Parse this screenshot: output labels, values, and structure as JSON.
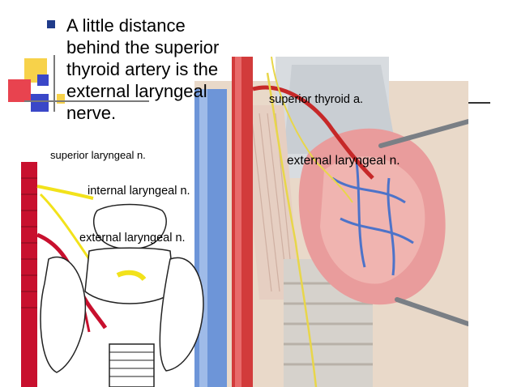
{
  "slide": {
    "bullet_text": "A little distance behind the superior thyroid artery is the external laryngeal nerve.",
    "bullet_lines": [
      "A little distance",
      "behind the superior",
      "thyroid artery is the",
      "external laryngeal",
      "nerve."
    ]
  },
  "schematic_labels": {
    "superior_laryngeal": "superior laryngeal n.",
    "internal_laryngeal": "internal laryngeal n.",
    "external_laryngeal": "external laryngeal n."
  },
  "photo_labels": {
    "superior_thyroid": "superior thyroid a.",
    "external_laryngeal": "external laryngeal n."
  },
  "colors": {
    "bullet": "#1f3b8a",
    "artery": "#c8102e",
    "nerve": "#f2e21b",
    "vein": "#3b6fd1"
  }
}
